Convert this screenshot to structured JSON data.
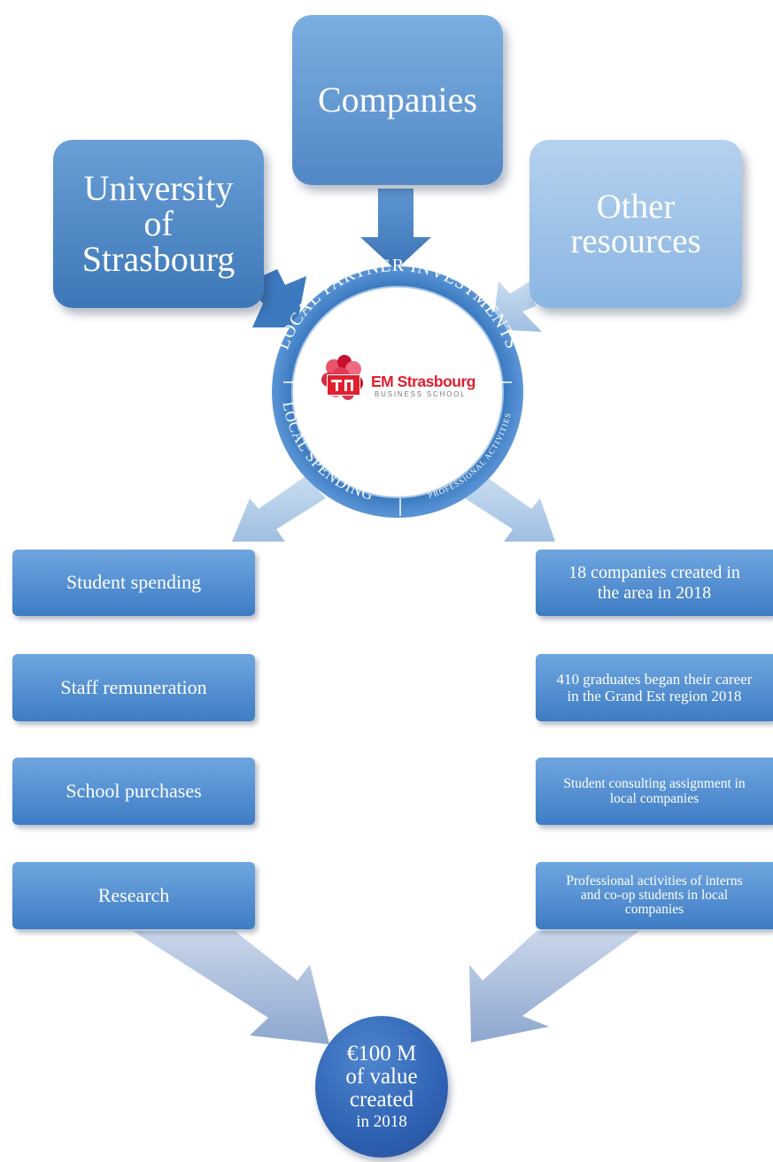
{
  "sources": {
    "university": [
      "University",
      "of",
      "Strasbourg"
    ],
    "companies": "Companies",
    "other": [
      "Other",
      "resources"
    ]
  },
  "hub": {
    "top_ring": "LOCAL PARTNER INVESTMENTS",
    "bottom_left_ring": "LOCAL SPENDING",
    "bottom_right_ring": "PROFESSIONAL ACTIVITIES",
    "logo_name": "EM Strasbourg",
    "logo_sub": "BUSINESS SCHOOL"
  },
  "spending": [
    "Student spending",
    "Staff remuneration",
    "School purchases",
    "Research"
  ],
  "activities": [
    [
      "18 companies created in",
      "the area in 2018"
    ],
    [
      "410 graduates began their career",
      "in the Grand Est region 2018"
    ],
    [
      "Student consulting assignment in",
      "local companies"
    ],
    [
      "Professional activities of interns",
      "and co-op students in local",
      "companies"
    ]
  ],
  "result": {
    "amount": "€100 M",
    "line2": "of value",
    "line3": "created",
    "year": "in 2018"
  },
  "colors": {
    "box_blue": "#3e7cc4",
    "box_light": "#8ab5e2",
    "ring": "#3f7fc6",
    "result": "#2f62b3",
    "logo_red": "#e01f2f"
  }
}
